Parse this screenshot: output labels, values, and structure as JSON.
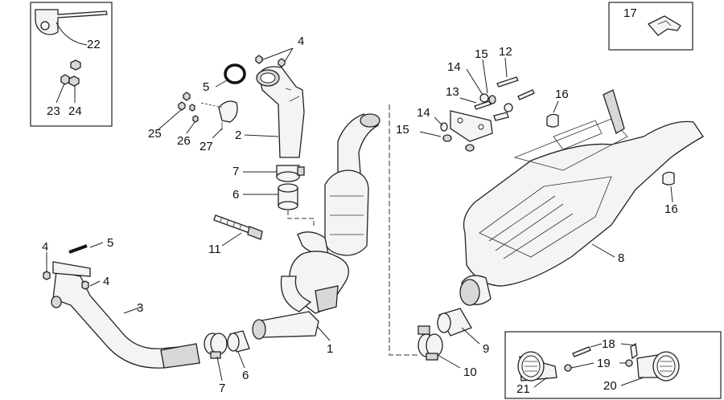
{
  "labels": {
    "l22": "22",
    "l23": "23",
    "l24": "24",
    "l25": "25",
    "l26": "26",
    "l27": "27",
    "l5a": "5",
    "l4a": "4",
    "l2": "2",
    "l7a": "7",
    "l6a": "6",
    "l11": "11",
    "l4b": "4",
    "l5b": "5",
    "l4c": "4",
    "l3": "3",
    "l7b": "7",
    "l6b": "6",
    "l1": "1",
    "l17": "17",
    "l14a": "14",
    "l15a": "15",
    "l12": "12",
    "l13": "13",
    "l16a": "16",
    "l14b": "14",
    "l15b": "15",
    "l16b": "16",
    "l8": "8",
    "l9": "9",
    "l10": "10",
    "l18": "18",
    "l19": "19",
    "l21": "21",
    "l20": "20"
  }
}
